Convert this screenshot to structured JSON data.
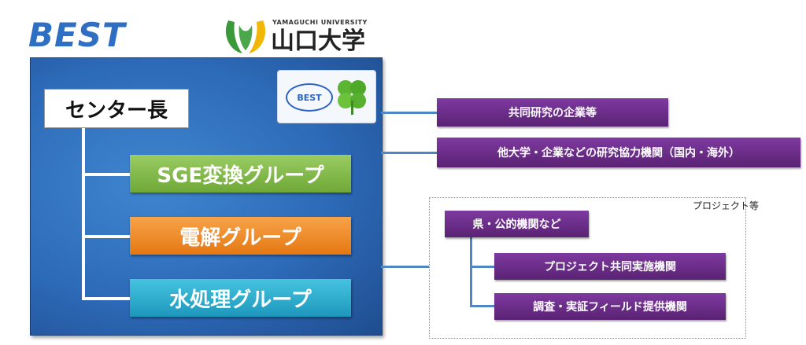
{
  "header": {
    "best_title": "BEST",
    "university_en": "YAMAGUCHI UNIVERSITY",
    "university_jp": "山口大学"
  },
  "badge": {
    "text": "BEST"
  },
  "org": {
    "chief": "センター長",
    "groups": [
      "SGE変換グループ",
      "電解グループ",
      "水処理グループ"
    ]
  },
  "partners": {
    "joint_research": "共同研究の企業等",
    "cooperating": "他大学・企業などの研究協力機関（国内・海外）",
    "project_label": "プロジェクト等",
    "prefecture": "県・公的機関など",
    "project_partner": "プロジェクト共同実施機関",
    "field": "調査・実証フィールド提供機関"
  },
  "colors": {
    "main_box": "#2d6ab8",
    "sge": "#7fb548",
    "electrolysis": "#ee8a2a",
    "water": "#2fb0d0",
    "partner": "#6a2c87",
    "connector": "#4f86c6"
  }
}
